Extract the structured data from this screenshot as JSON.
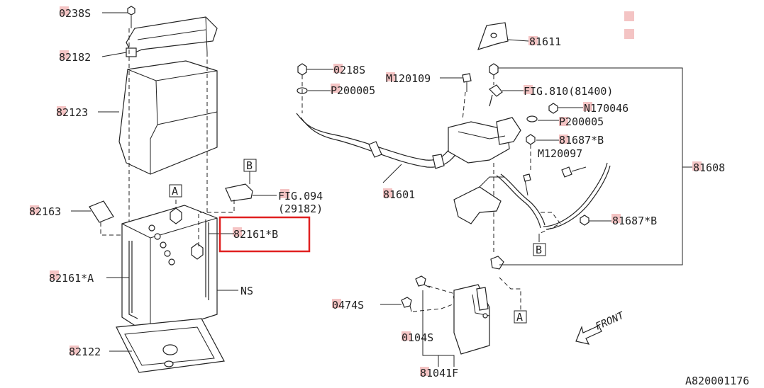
{
  "labels": {
    "l0238s": "0238S",
    "l82182": "82182",
    "l82123": "82123",
    "l82163": "82163",
    "l82161a": "82161*A",
    "l82161b": "82161*B",
    "lns": "NS",
    "l82122": "82122",
    "l0218s": "0218S",
    "lp200005a": "P200005",
    "lm120109": "M120109",
    "lfig810": "FIG.810(81400)",
    "ln170046": "N170046",
    "lp200005b": "P200005",
    "l81687b1": "81687*B",
    "lm120097": "M120097",
    "l81608": "81608",
    "l81611": "81611",
    "lfig094": "FIG.094",
    "l29182": "(29182)",
    "l81601": "81601",
    "l81687b2": "81687*B",
    "l0474s": "0474S",
    "l0104s": "0104S",
    "l81041f": "81041F",
    "front": "FRONT",
    "ref": "A820001176"
  },
  "callouts": {
    "a1": "A",
    "b1": "B",
    "b2": "B",
    "a2": "A"
  },
  "colors": {
    "highlight": "#e02020",
    "marker": "#f4c4c4",
    "line": "#222222"
  }
}
